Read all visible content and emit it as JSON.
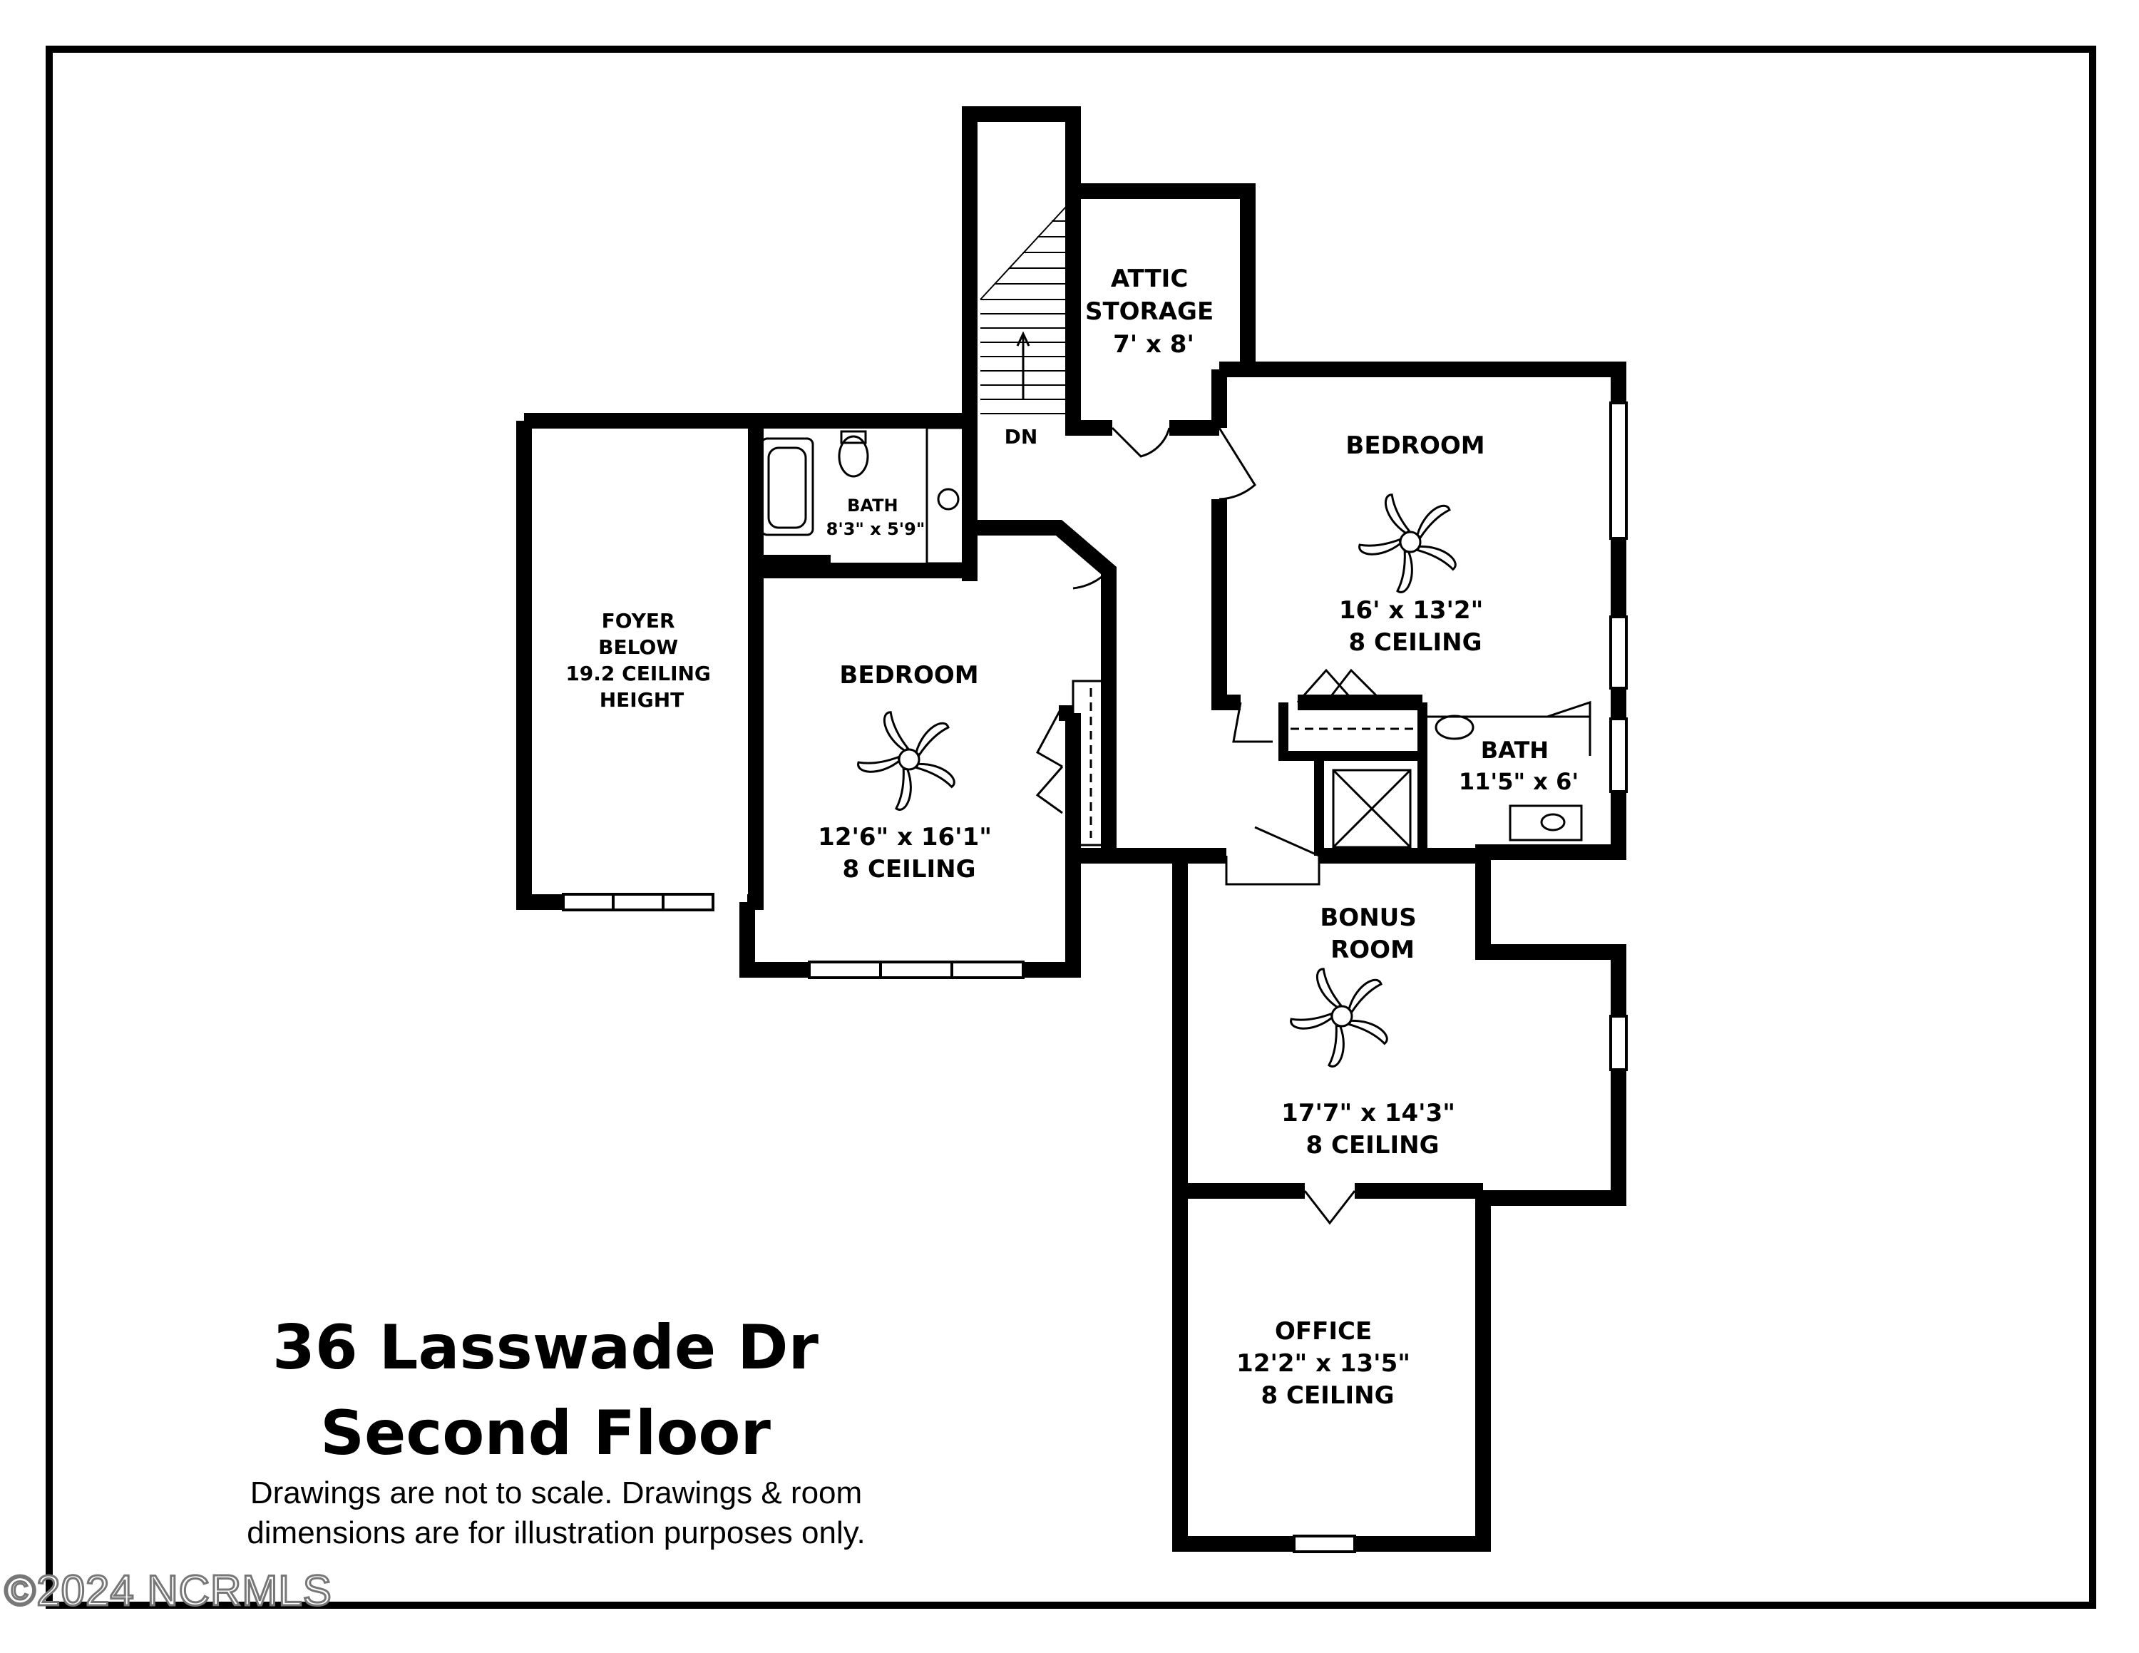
{
  "plan": {
    "stair_label": "DN",
    "rooms": [
      {
        "id": "attic",
        "lines": [
          "ATTIC",
          "STORAGE",
          "7' x 8'"
        ]
      },
      {
        "id": "bedroom_ne",
        "lines": [
          "BEDROOM"
        ]
      },
      {
        "id": "bedroom_ne_dims",
        "lines": [
          "16' x 13'2\"",
          "8 CEILING"
        ]
      },
      {
        "id": "bath_w",
        "lines": [
          "BATH",
          "8'3\" x 5'9\""
        ]
      },
      {
        "id": "foyer",
        "lines": [
          "FOYER",
          "BELOW",
          "19.2 CEILING",
          "HEIGHT"
        ]
      },
      {
        "id": "bedroom_w",
        "lines": [
          "BEDROOM"
        ]
      },
      {
        "id": "bedroom_w_dims",
        "lines": [
          "12'6\" x 16'1\"",
          "8 CEILING"
        ]
      },
      {
        "id": "bath_e",
        "lines": [
          "BATH",
          "11'5\" x 6'"
        ]
      },
      {
        "id": "bonus",
        "lines": [
          "BONUS",
          "ROOM"
        ]
      },
      {
        "id": "bonus_dims",
        "lines": [
          "17'7\" x 14'3\"",
          "8 CEILING"
        ]
      },
      {
        "id": "office",
        "lines": [
          "OFFICE",
          "12'2\" x 13'5\"",
          "8 CEILING"
        ]
      }
    ]
  },
  "caption": {
    "address": "36 Lasswade Dr",
    "floor": "Second Floor",
    "disclaimer_1": "Drawings are not to scale. Drawings & room",
    "disclaimer_2": "dimensions are for illustration purposes only."
  },
  "watermark": "©2024 NCRMLS"
}
